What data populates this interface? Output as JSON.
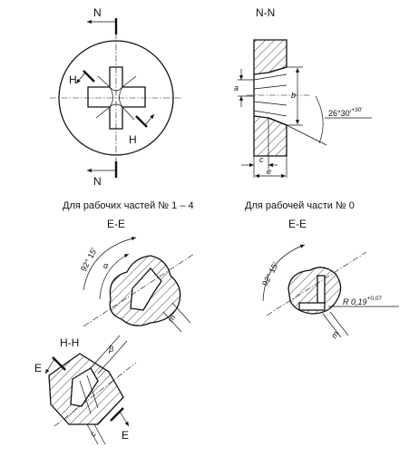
{
  "view_top_left": {
    "section_mark_top": "N",
    "section_mark_bottom": "N",
    "mark_h_left": "H",
    "mark_h_right": "H",
    "caption": "Для рабочих частей № 1 – 4"
  },
  "view_top_right": {
    "title": "N-N",
    "dim_a": "a",
    "dim_b": "b",
    "dim_c": "c",
    "dim_e": "e",
    "angle_base": "26°30′",
    "angle_tol": "+30′",
    "caption": "Для рабочей части № 0"
  },
  "view_bottom_left": {
    "title": "E-E",
    "angle": "92° 15′",
    "dim_alpha": "α",
    "dim_m": "m"
  },
  "view_bottom_right": {
    "title": "E-E",
    "angle": "92° 15′",
    "radius_base": "R 0,19",
    "radius_tol": "+0,07",
    "dim_m": "m"
  },
  "view_section_h": {
    "title": "H-H",
    "dim_beta": "β",
    "dim_c": "c",
    "mark_e_top": "E",
    "mark_e_bottom": "E"
  }
}
